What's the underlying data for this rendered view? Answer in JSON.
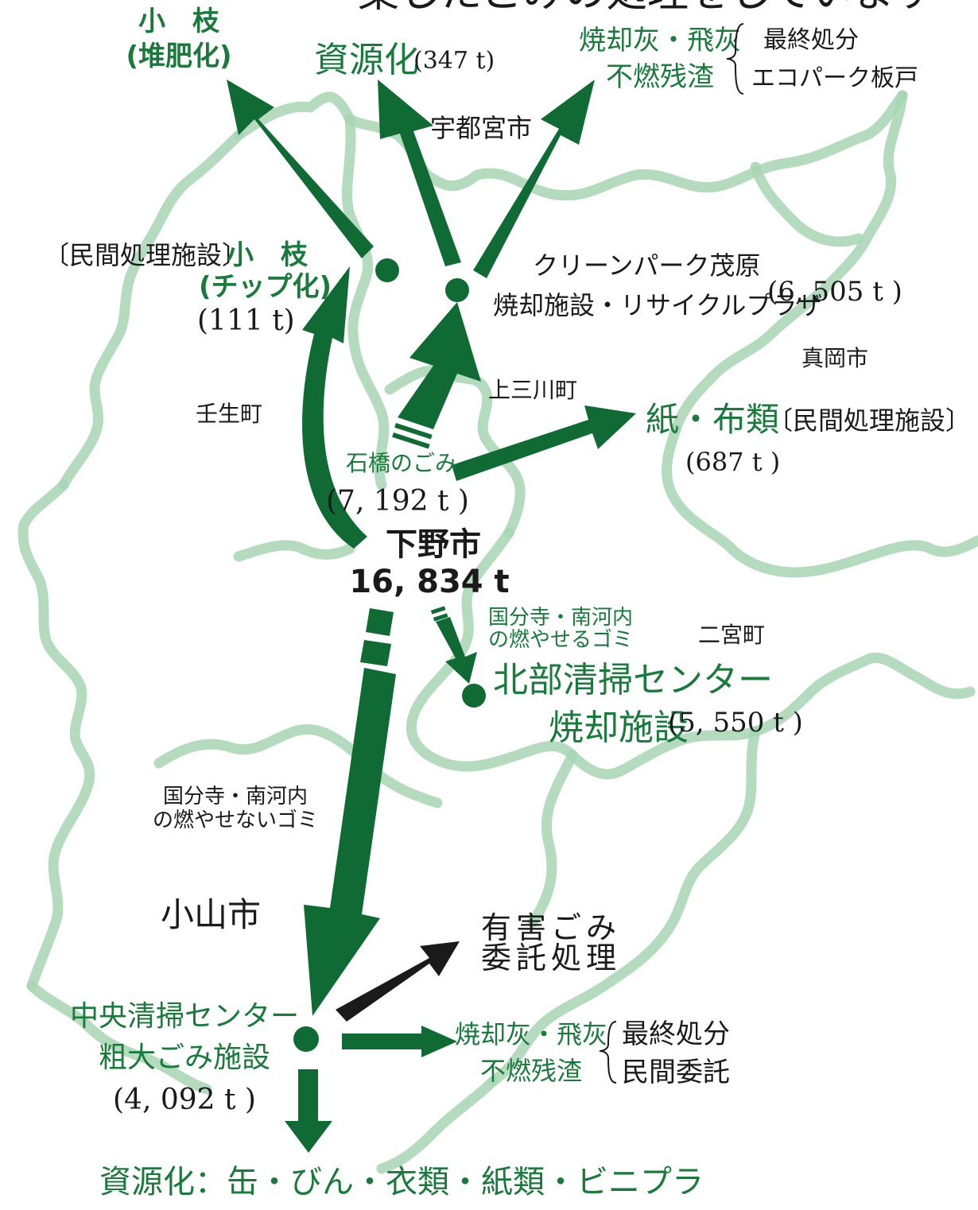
{
  "colors": {
    "green_text": "#1a7a3c",
    "arrow_green": "#0f6b33",
    "map_line": "#a7d5b3",
    "black": "#1a1a1a"
  },
  "header_partial": "集したごみの処理をしています",
  "shimotsuke": {
    "name": "下野市",
    "amount": "16, 834 t"
  },
  "municipalities": {
    "utsunomiya": "宇都宮市",
    "mibu": "壬生町",
    "kaminokawa": "上三川町",
    "moka": "真岡市",
    "ninomiya": "二宮町",
    "oyama": "小山市"
  },
  "twigs_compost": {
    "line1": "小　枝",
    "line2": "(堆肥化)"
  },
  "recycle_top": {
    "label": "資源化",
    "amount": "(347 t)"
  },
  "ash_top": {
    "line1": "焼却灰・飛灰",
    "line2": "不燃残渣",
    "dest1": "最終処分",
    "dest2": "エコパーク板戸"
  },
  "private_twigs": {
    "facility": "〔民間処理施設〕",
    "line1": "小　枝",
    "line2": "(チップ化)",
    "amount": "(111 t)"
  },
  "clean_park": {
    "line1": "クリーンパーク茂原",
    "line2": "焼却施設・リサイクルプラザ",
    "amount": "(6, 505 t )"
  },
  "paper_cloth": {
    "label": "紙・布類",
    "facility": "〔民間処理施設〕",
    "amount": "(687 t )"
  },
  "ishibashi": {
    "label": "石橋のごみ",
    "amount": "(7, 192 t )"
  },
  "north_burnable": {
    "line1": "国分寺・南河内",
    "line2": "の燃やせるゴミ"
  },
  "north_center": {
    "line1": "北部清掃センター",
    "line2": "焼却施設",
    "amount": "(5, 550 t )"
  },
  "non_burnable": {
    "line1": "国分寺・南河内",
    "line2": "の燃やせないゴミ"
  },
  "hazardous": {
    "line1": "有害ごみ",
    "line2": "委託処理"
  },
  "central_center": {
    "line1": "中央清掃センター",
    "line2": "粗大ごみ施設",
    "amount": "(4, 092 t )"
  },
  "ash_bottom": {
    "line1": "焼却灰・飛灰",
    "line2": "不燃残渣",
    "dest1": "最終処分",
    "dest2": "民間委託"
  },
  "recycle_bottom": "資源化：缶・びん・衣類・紙類・ビニプラ"
}
